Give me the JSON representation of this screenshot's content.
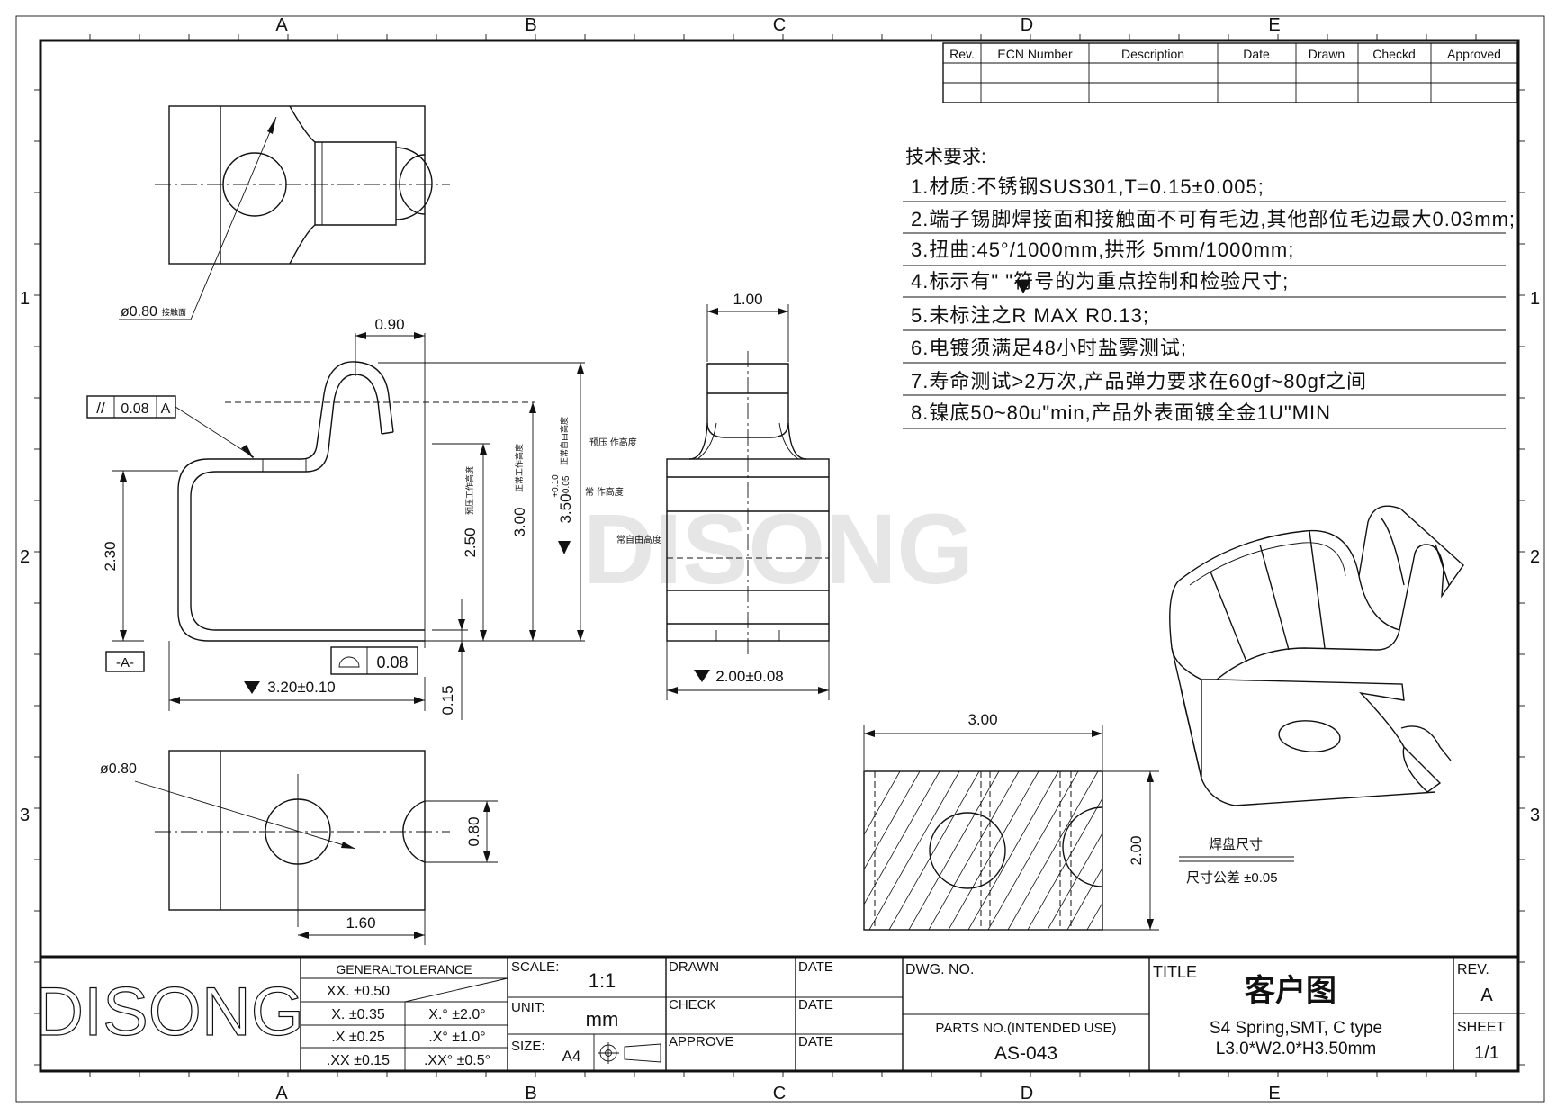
{
  "grid": {
    "columns": [
      "A",
      "B",
      "C",
      "D",
      "E"
    ],
    "rows": [
      "1",
      "2",
      "3"
    ]
  },
  "revision_table": {
    "headers": [
      "Rev.",
      "ECN  Number",
      "Description",
      "Date",
      "Drawn",
      "Checkd",
      "Approved"
    ]
  },
  "watermark": "DISONG",
  "tech_requirements": {
    "heading": "技术要求:",
    "items": [
      "1.材质:不锈钢SUS301,T=0.15±0.005;",
      "2.端子锡脚焊接面和接触面不可有毛边,其他部位毛边最大0.03mm;",
      "3.扭曲:45°/1000mm,拱形 5mm/1000mm;",
      "4.标示有\"  \"符号的为重点控制和检验尺寸;",
      "5.未标注之R MAX R0.13;",
      "6.电镀须满足48小时盐雾测试;",
      "7.寿命测试>2万次,产品弹力要求在60gf~80gf之间",
      "8.镍底50~80u\"min,产品外表面镀全金1U\"MIN"
    ]
  },
  "dims": {
    "top_view_dia": "ø0.80",
    "top_view_note": "接触面",
    "w090": "0.90",
    "parallel_sym": "//",
    "parallel_tol": "0.08",
    "parallel_ref": "A",
    "h230": "2.30",
    "datum": "-A-",
    "flat_tol": "0.08",
    "len320": "3.20±0.10",
    "t015": "0.15",
    "h250": "2.50",
    "h250_note": "预压工作高度",
    "h300": "3.00",
    "h300_note": "正常工作高度",
    "h350": "3.50",
    "h350_tol_up": "+0.10",
    "h350_tol_dn": "-0.05",
    "h350_note": "正常自由高度",
    "side_note1": "预压  作高度",
    "side_note2": "常 作高度",
    "side_note3": "常自由高度",
    "w100": "1.00",
    "w200": "2.00±0.08",
    "bottom_dia": "ø0.80",
    "bottom_h080": "0.80",
    "bottom_w160": "1.60",
    "pad_w300": "3.00",
    "pad_h200": "2.00",
    "pad_label": "焊盘尺寸",
    "pad_tol": "尺寸公差 ±0.05"
  },
  "title_block": {
    "logo": "DISONG",
    "tolerance_header": "GENERALTOLERANCE",
    "tolerances": [
      [
        "XX. ±0.50",
        ""
      ],
      [
        "X. ±0.35",
        "X.° ±2.0°"
      ],
      [
        ".X ±0.25",
        ".X° ±1.0°"
      ],
      [
        ".XX ±0.15",
        ".XX° ±0.5°"
      ]
    ],
    "scale_label": "SCALE:",
    "scale_value": "1:1",
    "unit_label": "UNIT:",
    "unit_value": "mm",
    "size_label": "SIZE:",
    "size_value": "A4",
    "drawn_label": "DRAWN",
    "check_label": "CHECK",
    "approve_label": "APPROVE",
    "date_label": "DATE",
    "dwg_label": "DWG. NO.",
    "parts_label": "PARTS NO.(INTENDED USE)",
    "parts_value": "AS-043",
    "title_label": "TITLE",
    "title_cn": "客户图",
    "title_line1": "S4 Spring,SMT, C type",
    "title_line2": "L3.0*W2.0*H3.50mm",
    "rev_label": "REV.",
    "rev_value": "A",
    "sheet_label": "SHEET",
    "sheet_value": "1/1"
  }
}
